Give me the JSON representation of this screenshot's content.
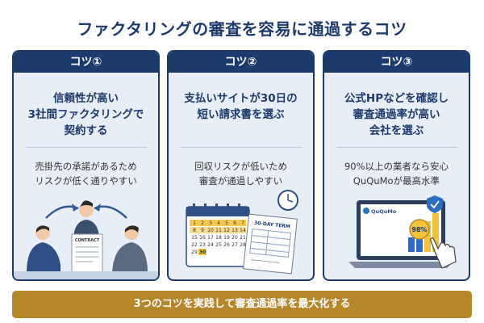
{
  "title": "ファクタリングの審査を容易に通過するコツ",
  "cards": [
    {
      "label": "コツ①",
      "title_lines": [
        "信頼性が高い",
        "3社間ファクタリングで",
        "契約する"
      ],
      "desc_lines": [
        "売掛先の承諾があるため",
        "リスクが低く通りやすい"
      ],
      "illus": {
        "contract_label": "CONTRACT"
      }
    },
    {
      "label": "コツ②",
      "title_lines": [
        "支払いサイトが30日の",
        "短い請求書を選ぶ"
      ],
      "desc_lines": [
        "回収リスクが低いため",
        "審査が通過しやすい"
      ],
      "illus": {
        "term_label": "30-DAY TERM",
        "highlight_day": "30"
      }
    },
    {
      "label": "コツ③",
      "title_lines": [
        "公式HPなどを確認し",
        "審査通過率が高い",
        "会社を選ぶ"
      ],
      "desc_lines": [
        "90%以上の業者なら安心",
        "QuQuMoが最高水準"
      ],
      "illus": {
        "brand": "QuQuMo",
        "badge": "98%"
      }
    }
  ],
  "banner": "3つのコツを実践して審査通過率を最大化する",
  "colors": {
    "navy": "#1c3a6b",
    "gold": "#b6862b",
    "card_bg": "#e8eef7"
  }
}
